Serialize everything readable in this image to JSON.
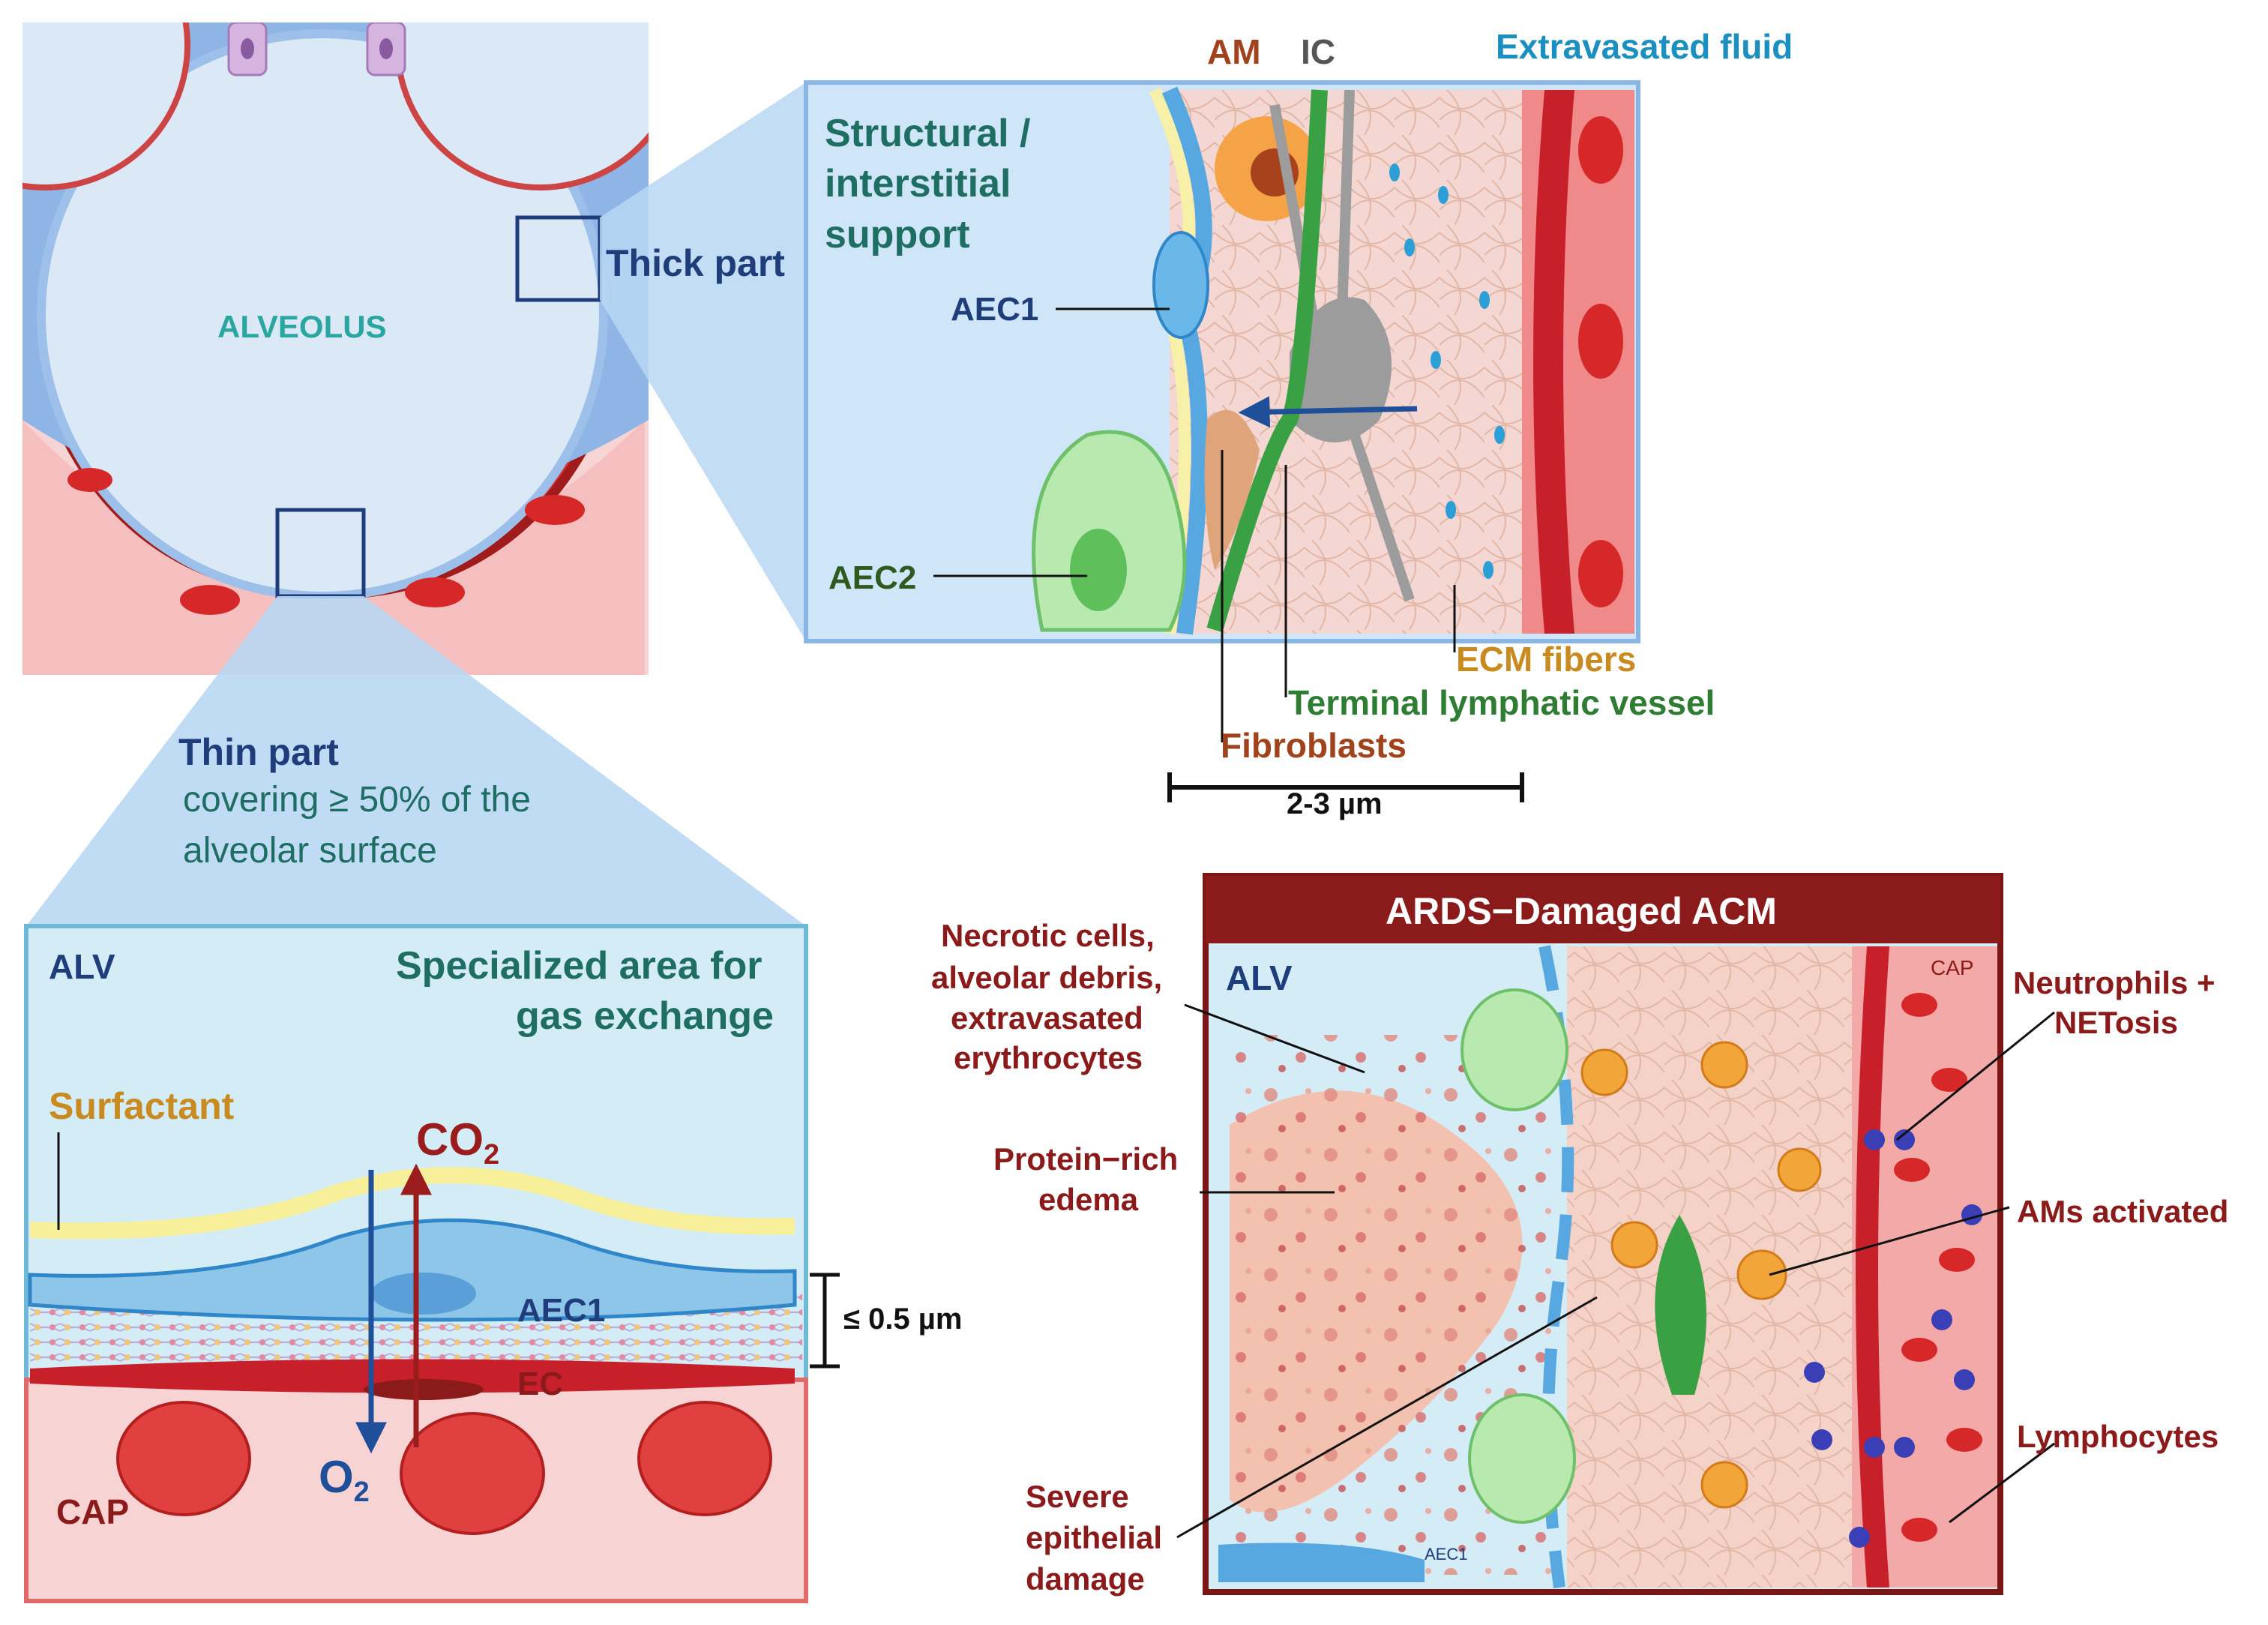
{
  "colors": {
    "navy": "#1f3d7a",
    "teal": "#1f6e64",
    "brown": "#a0421c",
    "orange_label": "#c98a1f",
    "green_label": "#2e7d32",
    "cyan_label": "#1a8fc0",
    "gray_label": "#555555",
    "dark_red": "#8b1a1a",
    "capillary": "#f7c9c9",
    "alveolus": "#dbe9f7"
  },
  "alveolus_panel": {
    "label": "ALVEOLUS",
    "thick_part_label": "Thick part",
    "thin_part_title": "Thin part",
    "thin_part_desc_line1": "covering  ≥ 50% of the",
    "thin_part_desc_line2": "alveolar surface"
  },
  "thick_panel": {
    "structural_line1": "Structural /",
    "structural_line2": "interstitial",
    "structural_line3": "support",
    "am": "AM",
    "ic": "IC",
    "extravasated_fluid": "Extravasated fluid",
    "aec1": "AEC1",
    "aec2": "AEC2",
    "ecm_fibers": "ECM fibers",
    "terminal_lymphatic": "Terminal lymphatic vessel",
    "fibroblasts": "Fibroblasts",
    "scale": "2-3 µm"
  },
  "thin_panel": {
    "alv": "ALV",
    "specialized_line1": "Specialized area for",
    "specialized_line2": "gas exchange",
    "surfactant": "Surfactant",
    "co2": "CO",
    "co2_sub": "2",
    "o2": "O",
    "o2_sub": "2",
    "aec1": "AEC1",
    "ec": "EC",
    "cap": "CAP",
    "thickness": "≤ 0.5 µm"
  },
  "ards_panel": {
    "title": "ARDS−Damaged ACM",
    "alv": "ALV",
    "cap": "CAP",
    "aec1": "AEC1",
    "necrotic_line1": "Necrotic cells,",
    "necrotic_line2": "alveolar debris,",
    "necrotic_line3": "extravasated",
    "necrotic_line4": "erythrocytes",
    "protein_line1": "Protein−rich",
    "protein_line2": "edema",
    "severe_line1": "Severe",
    "severe_line2": "epithelial",
    "severe_line3": "damage",
    "neutrophils_line1": "Neutrophils +",
    "neutrophils_line2": "NETosis",
    "ams_activated": "AMs activated",
    "lymphocytes": "Lymphocytes"
  }
}
